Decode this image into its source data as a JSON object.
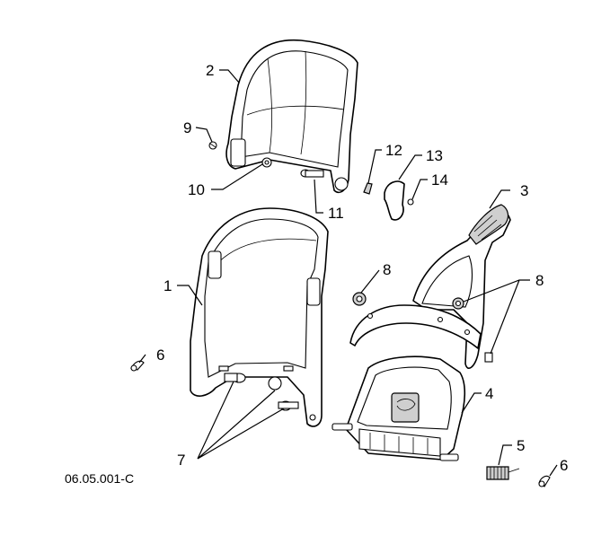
{
  "drawing_code": "06.05.001-C",
  "callouts": {
    "c1": "1",
    "c2": "2",
    "c3": "3",
    "c4": "4",
    "c5": "5",
    "c6a": "6",
    "c6b": "6",
    "c7": "7",
    "c8a": "8",
    "c8b": "8",
    "c9": "9",
    "c10": "10",
    "c11": "11",
    "c12": "12",
    "c13": "13",
    "c14": "14"
  }
}
